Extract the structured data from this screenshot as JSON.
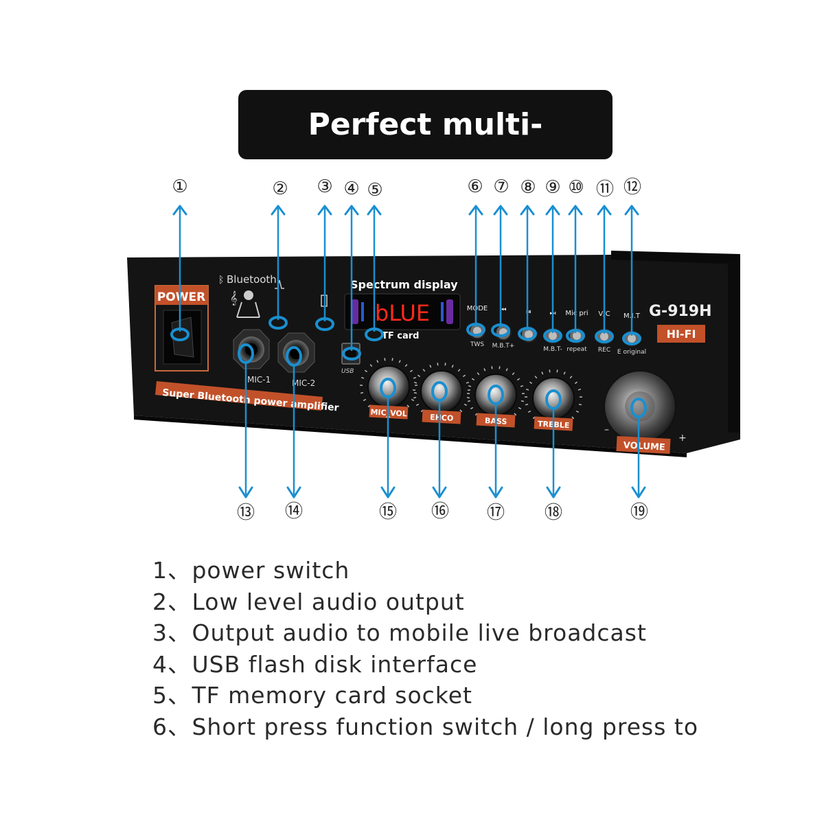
{
  "title": "Perfect multi-function",
  "device": {
    "power_label": "POWER",
    "bluetooth_label": "Bluetooth",
    "spectrum_label": "Spectrum display",
    "display_text": "bLUE",
    "tf_label": "TF card",
    "usb_label": "USB",
    "model": "G-919H",
    "hifi": "HI-FI",
    "banner": "Super Bluetooth power amplifier",
    "mic1": "MIC-1",
    "mic2": "MIC-2",
    "buttons": [
      {
        "top": "MODE",
        "bottom": "TWS"
      },
      {
        "top": "⏮",
        "bottom": "M.B.T+"
      },
      {
        "top": "⏯",
        "bottom": ""
      },
      {
        "top": "⏭",
        "bottom": "M.B.T-"
      },
      {
        "top": "Mic pri",
        "bottom": "repeat"
      },
      {
        "top": "V/C",
        "bottom": "REC"
      },
      {
        "top": "M.I.T",
        "bottom": "E original"
      }
    ],
    "knobs": [
      "MIC_VOL",
      "EHCO",
      "BASS",
      "TREBLE"
    ],
    "volume": "VOLUME",
    "volume_minus": "–",
    "volume_plus": "+"
  },
  "callout_numbers": [
    "①",
    "②",
    "③",
    "④",
    "⑤",
    "⑥",
    "⑦",
    "⑧",
    "⑨",
    "⑩",
    "⑪",
    "⑫",
    "⑬",
    "⑭",
    "⑮",
    "⑯",
    "⑰",
    "⑱",
    "⑲"
  ],
  "legend": [
    {
      "num": "1",
      "sep": "、",
      "text": "power switch"
    },
    {
      "num": "2",
      "sep": "、",
      "text": "Low level audio output"
    },
    {
      "num": "3",
      "sep": "、",
      "text": "Output audio to mobile live broadcast"
    },
    {
      "num": "4",
      "sep": "、",
      "text": "USB flash disk interface"
    },
    {
      "num": "5",
      "sep": "、",
      "text": "TF memory card socket"
    },
    {
      "num": "6",
      "sep": "、",
      "text": "Short press function switch / long press to"
    }
  ],
  "colors": {
    "accent_blue": "#1a8fd0",
    "panel_black": "#111111",
    "label_orange": "#e0602a",
    "display_red": "#ff2a1a"
  }
}
